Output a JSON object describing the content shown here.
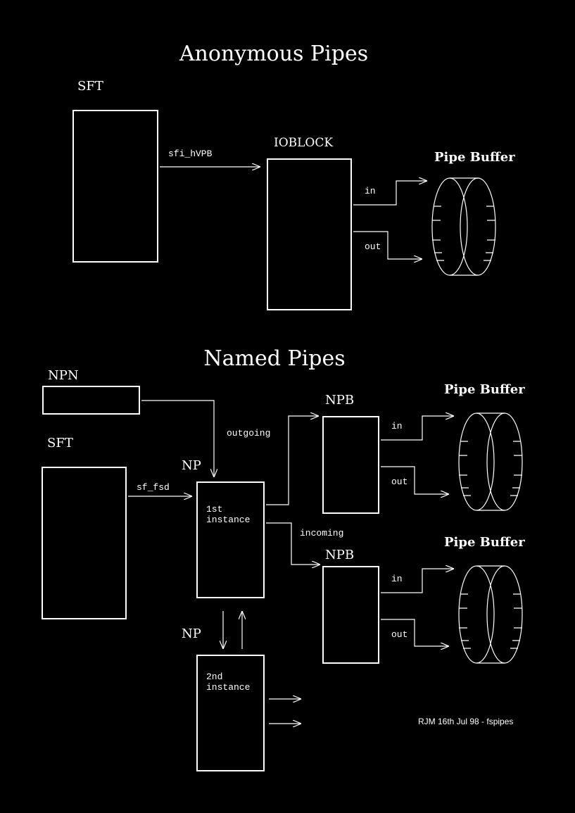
{
  "anonymous": {
    "title": "Anonymous Pipes",
    "sft_label": "SFT",
    "ioblock_label": "IOBLOCK",
    "pointer_label": "sfi_hVPB",
    "pipe_buffer_label": "Pipe Buffer",
    "in_label": "in",
    "out_label": "out"
  },
  "named": {
    "title": "Named Pipes",
    "npn_label": "NPN",
    "sft_label": "SFT",
    "pointer_label": "sf_fsd",
    "np_label_1": "NP",
    "np_label_2": "NP",
    "instance1_line1": "1st",
    "instance1_line2": "instance",
    "instance2_line1": "2nd",
    "instance2_line2": "instance",
    "outgoing_label": "outgoing",
    "incoming_label": "incoming",
    "npb_label_1": "NPB",
    "npb_label_2": "NPB",
    "pipe_buffer_label_1": "Pipe Buffer",
    "pipe_buffer_label_2": "Pipe Buffer",
    "in_label_1": "in",
    "out_label_1": "out",
    "in_label_2": "in",
    "out_label_2": "out"
  },
  "footer": {
    "credit": "RJM 16th Jul 98 - fspipes"
  }
}
